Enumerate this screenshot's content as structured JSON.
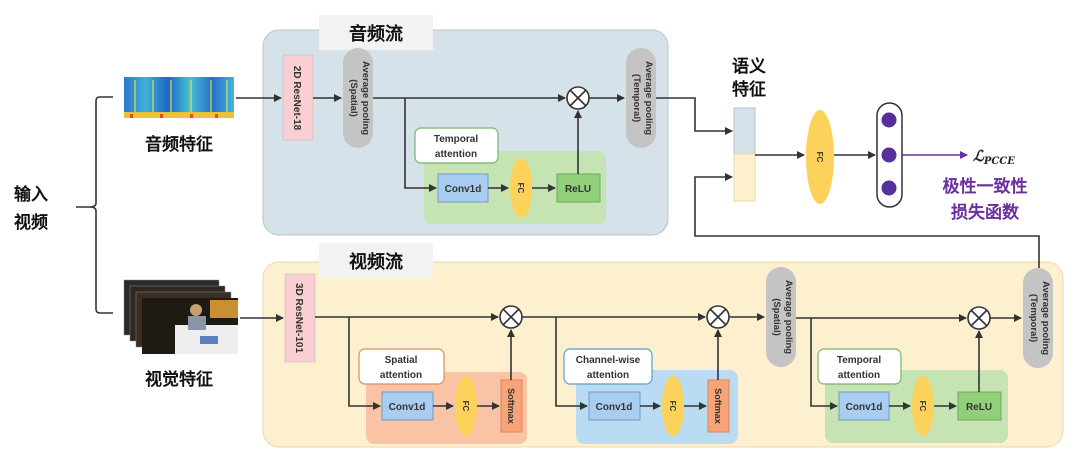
{
  "input": {
    "label_line1": "输入",
    "label_line2": "视频"
  },
  "audio_feature": {
    "label": "音频特征"
  },
  "visual_feature": {
    "label": "视觉特征"
  },
  "audio_stream": {
    "title": "音频流",
    "backbone": "2D ResNet-18",
    "pool_spatial": [
      "Average pooling",
      "(Spatial)"
    ],
    "pool_temporal": [
      "Average pooling",
      "(Temporal)"
    ],
    "attention": {
      "title": [
        "Temporal",
        "attention"
      ],
      "conv": "Conv1d",
      "fc": "FC",
      "act": "ReLU"
    }
  },
  "video_stream": {
    "title": "视频流",
    "backbone": "3D ResNet-101",
    "spatial_attention": {
      "title": [
        "Spatial",
        "attention"
      ],
      "conv": "Conv1d",
      "fc": "FC",
      "act": "Softmax"
    },
    "channel_attention": {
      "title": [
        "Channel-wise",
        "attention"
      ],
      "conv": "Conv1d",
      "fc": "FC",
      "act": "Softmax"
    },
    "pool_spatial": [
      "Average pooling",
      "(Spatial)"
    ],
    "temporal_attention": {
      "title": [
        "Temporal",
        "attention"
      ],
      "conv": "Conv1d",
      "fc": "FC",
      "act": "ReLU"
    },
    "pool_temporal": [
      "Average pooling",
      "(Temporal)"
    ]
  },
  "semantic": {
    "label_line1": "语义",
    "label_line2": "特征"
  },
  "head": {
    "fc": "FC",
    "loss_symbol": "ℒ",
    "loss_sub": "PCCE",
    "loss_line1": "极性一致性",
    "loss_line2": "损失函数"
  },
  "colors": {
    "audio_bg": "#d6e2ea",
    "video_bg": "#fdf0cf",
    "resnet": "#f9cfd3",
    "pool": "#c4c4c4",
    "green": "#c5e3b3",
    "green_block": "#92cf7b",
    "conv": "#a9cdf0",
    "fc": "#fdd25a",
    "orange_bg": "#f8c4a5",
    "softmax": "#f6a478",
    "blue_bg": "#b9dcf2",
    "purple": "#6a2ea0",
    "dot": "#55309a"
  }
}
